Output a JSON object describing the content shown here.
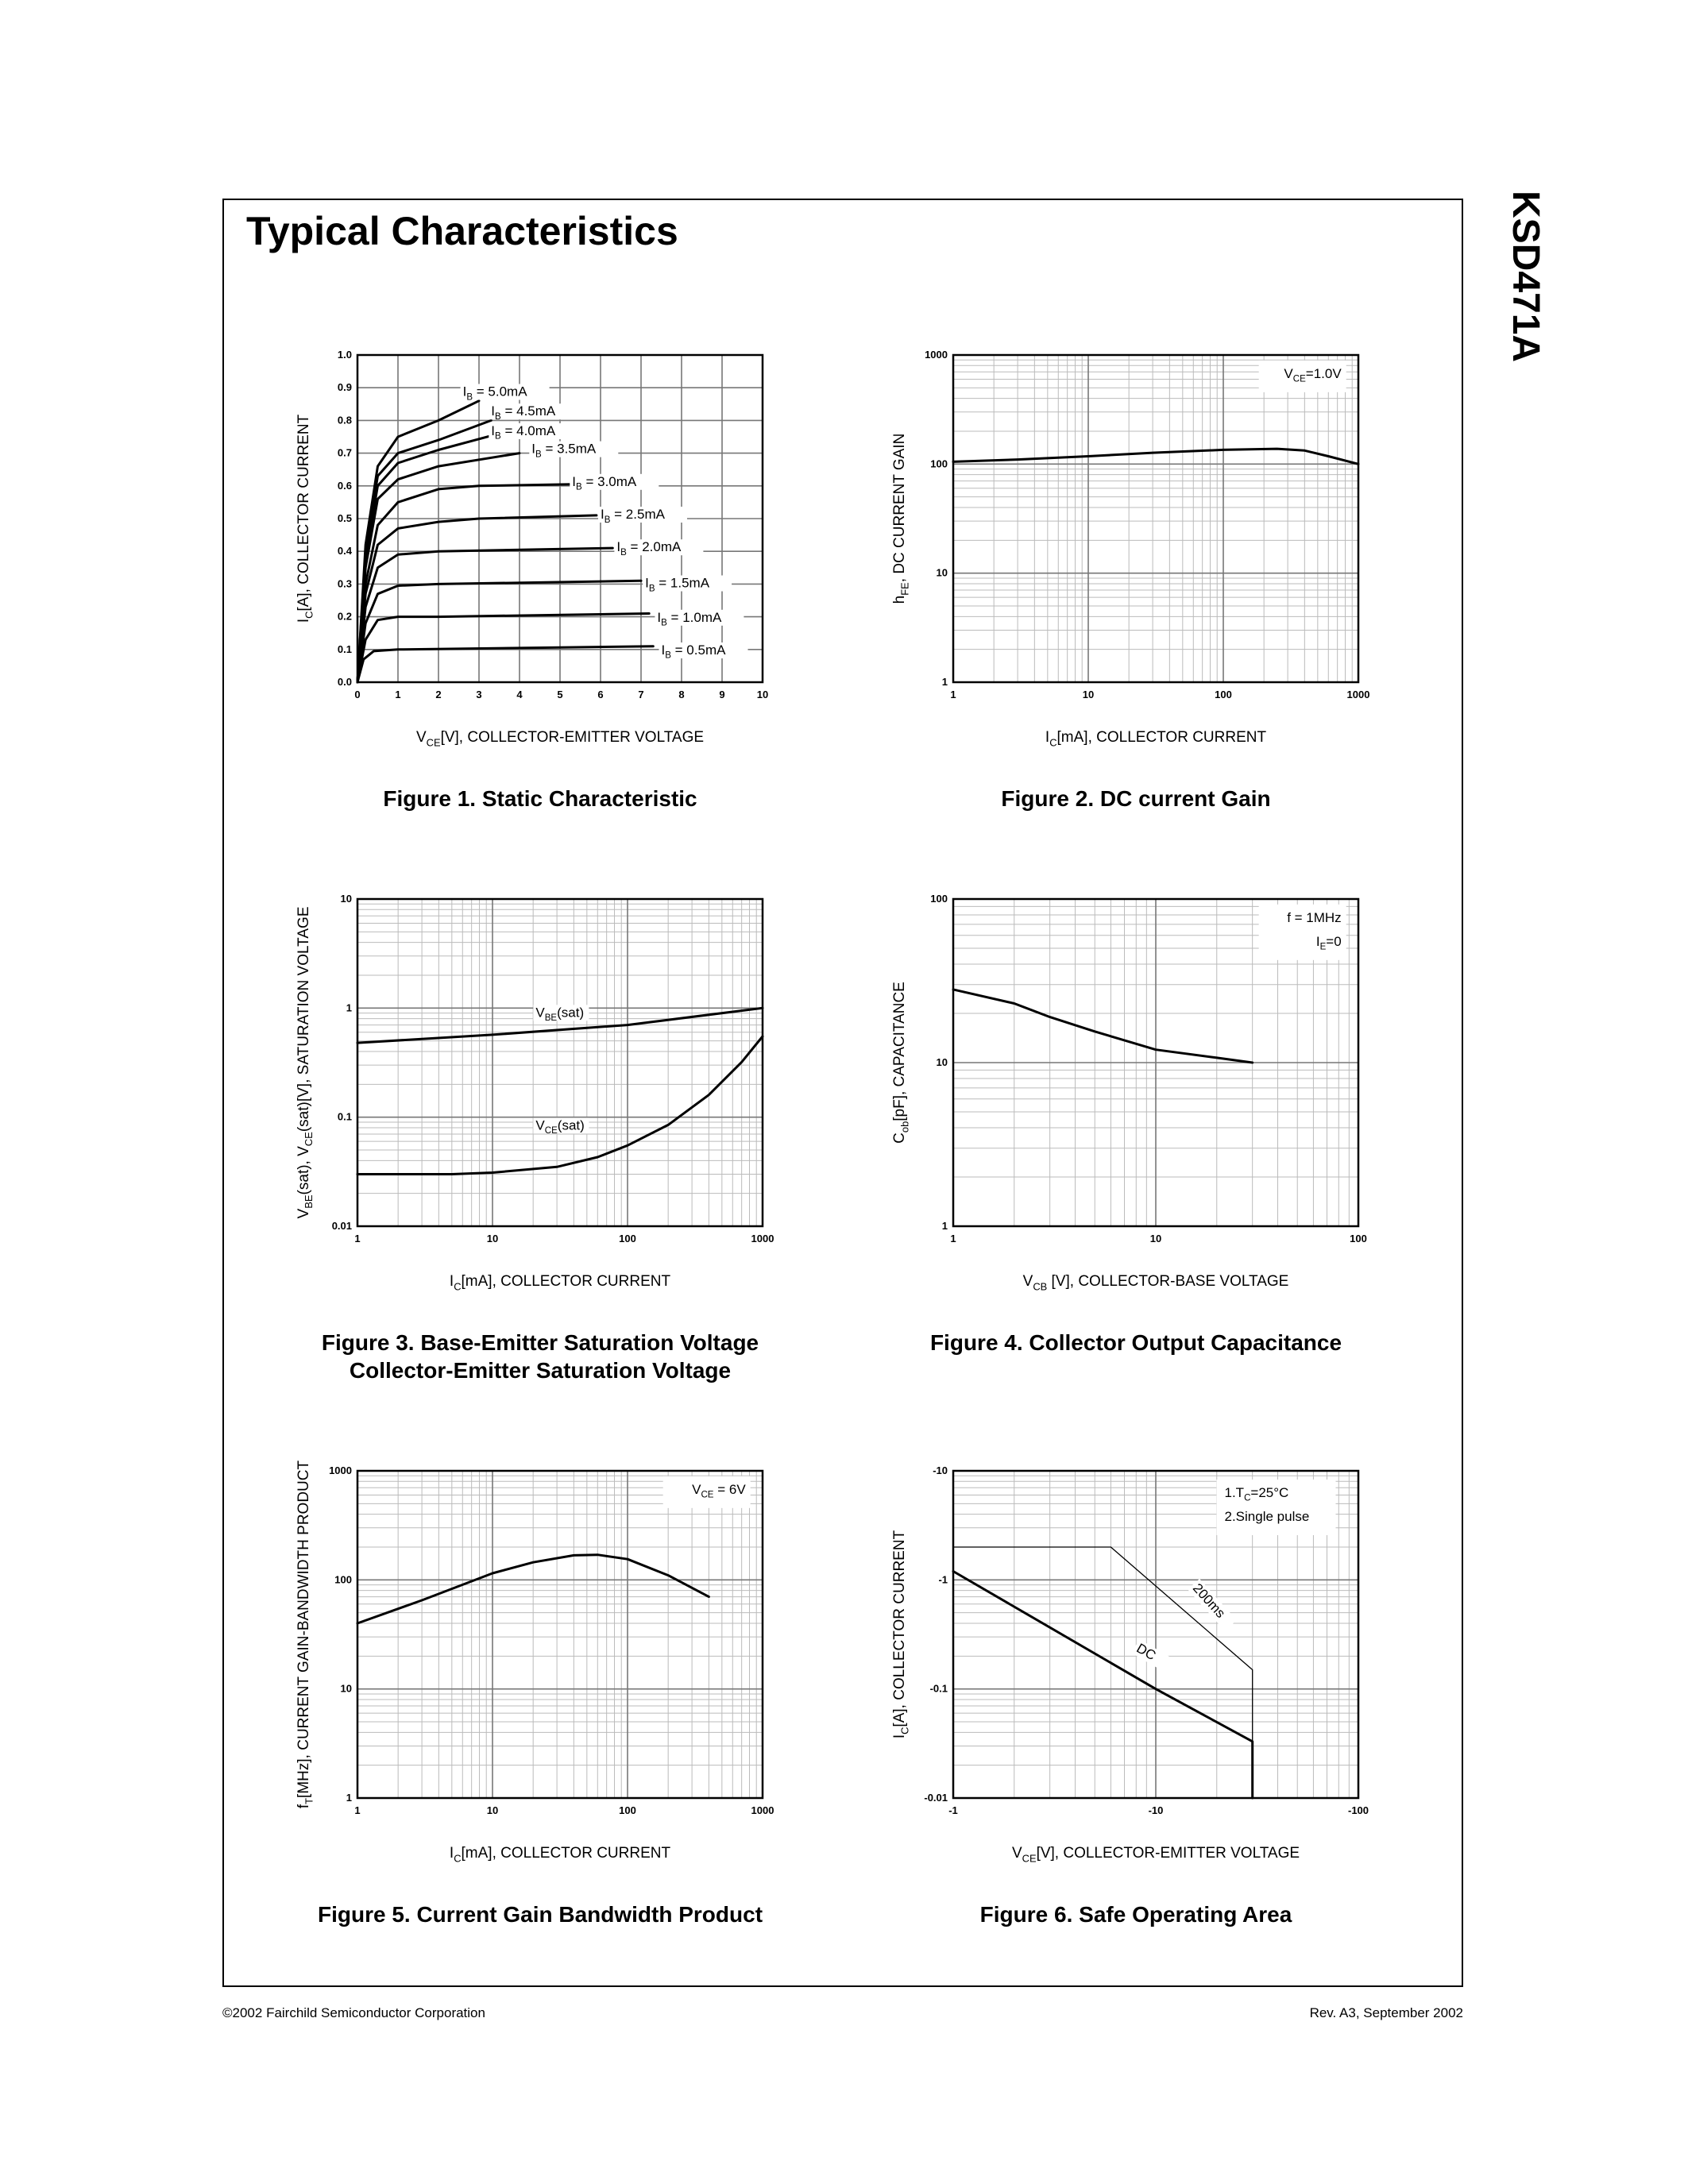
{
  "page": {
    "title": "Typical Characteristics",
    "side_label": "KSD471A",
    "footer_left": "©2002 Fairchild Semiconductor Corporation",
    "footer_right": "Rev. A3, September 2002"
  },
  "chart_data": [
    {
      "type": "line",
      "caption": "Figure 1. Static Characteristic",
      "xlabel": {
        "main": "V",
        "sub": "CE",
        "rest": "[V], COLLECTOR-EMITTER VOLTAGE"
      },
      "ylabel": {
        "main": "I",
        "sub": "C",
        "rest": "[A], COLLECTOR CURRENT"
      },
      "xscale": "linear",
      "yscale": "linear",
      "xlim": [
        0,
        10
      ],
      "ylim": [
        0,
        1.0
      ],
      "xticks": [
        0,
        1,
        2,
        3,
        4,
        5,
        6,
        7,
        8,
        9,
        10
      ],
      "xtick_labels": [
        "0",
        "1",
        "2",
        "3",
        "4",
        "5",
        "6",
        "7",
        "8",
        "9",
        "10"
      ],
      "yticks": [
        0,
        0.1,
        0.2,
        0.3,
        0.4,
        0.5,
        0.6,
        0.7,
        0.8,
        0.9,
        1.0
      ],
      "ytick_labels": [
        "0.0",
        "0.1",
        "0.2",
        "0.3",
        "0.4",
        "0.5",
        "0.6",
        "0.7",
        "0.8",
        "0.9",
        "1.0"
      ],
      "grid": "major",
      "series": [
        {
          "name": "IB = 5.0mA",
          "label": {
            "main": "I",
            "sub": "B",
            "rest": " = 5.0mA"
          },
          "points": [
            [
              0,
              0
            ],
            [
              0.2,
              0.42
            ],
            [
              0.5,
              0.66
            ],
            [
              1,
              0.75
            ],
            [
              2,
              0.8
            ],
            [
              3,
              0.86
            ]
          ]
        },
        {
          "name": "IB = 4.5mA",
          "label": {
            "main": "I",
            "sub": "B",
            "rest": " = 4.5mA"
          },
          "points": [
            [
              0,
              0
            ],
            [
              0.2,
              0.4
            ],
            [
              0.5,
              0.63
            ],
            [
              1,
              0.7
            ],
            [
              2,
              0.74
            ],
            [
              3.3,
              0.8
            ]
          ]
        },
        {
          "name": "IB = 4.0mA",
          "label": {
            "main": "I",
            "sub": "B",
            "rest": " = 4.0mA"
          },
          "points": [
            [
              0,
              0
            ],
            [
              0.2,
              0.38
            ],
            [
              0.5,
              0.6
            ],
            [
              1,
              0.67
            ],
            [
              2,
              0.71
            ],
            [
              3.5,
              0.76
            ]
          ]
        },
        {
          "name": "IB = 3.5mA",
          "label": {
            "main": "I",
            "sub": "B",
            "rest": " = 3.5mA"
          },
          "points": [
            [
              0,
              0
            ],
            [
              0.2,
              0.35
            ],
            [
              0.5,
              0.56
            ],
            [
              1,
              0.62
            ],
            [
              2,
              0.66
            ],
            [
              4,
              0.7
            ]
          ]
        },
        {
          "name": "IB = 3.0mA",
          "label": {
            "main": "I",
            "sub": "B",
            "rest": " = 3.0mA"
          },
          "points": [
            [
              0,
              0
            ],
            [
              0.2,
              0.3
            ],
            [
              0.5,
              0.48
            ],
            [
              1,
              0.55
            ],
            [
              2,
              0.59
            ],
            [
              3,
              0.6
            ],
            [
              5.3,
              0.605
            ]
          ]
        },
        {
          "name": "IB = 2.5mA",
          "label": {
            "main": "I",
            "sub": "B",
            "rest": " = 2.5mA"
          },
          "points": [
            [
              0,
              0
            ],
            [
              0.2,
              0.27
            ],
            [
              0.5,
              0.42
            ],
            [
              1,
              0.47
            ],
            [
              2,
              0.49
            ],
            [
              3,
              0.5
            ],
            [
              5.9,
              0.51
            ]
          ]
        },
        {
          "name": "IB = 2.0mA",
          "label": {
            "main": "I",
            "sub": "B",
            "rest": " = 2.0mA"
          },
          "points": [
            [
              0,
              0
            ],
            [
              0.2,
              0.23
            ],
            [
              0.5,
              0.35
            ],
            [
              1,
              0.39
            ],
            [
              2,
              0.4
            ],
            [
              6.3,
              0.41
            ]
          ]
        },
        {
          "name": "IB = 1.5mA",
          "label": {
            "main": "I",
            "sub": "B",
            "rest": " = 1.5mA"
          },
          "points": [
            [
              0,
              0
            ],
            [
              0.2,
              0.18
            ],
            [
              0.5,
              0.27
            ],
            [
              1,
              0.295
            ],
            [
              2,
              0.3
            ],
            [
              7,
              0.31
            ]
          ]
        },
        {
          "name": "IB = 1.0mA",
          "label": {
            "main": "I",
            "sub": "B",
            "rest": " = 1.0mA"
          },
          "points": [
            [
              0,
              0
            ],
            [
              0.2,
              0.13
            ],
            [
              0.5,
              0.19
            ],
            [
              1,
              0.2
            ],
            [
              2,
              0.2
            ],
            [
              7.2,
              0.21
            ]
          ]
        },
        {
          "name": "IB = 0.5mA",
          "label": {
            "main": "I",
            "sub": "B",
            "rest": " = 0.5mA"
          },
          "points": [
            [
              0,
              0
            ],
            [
              0.15,
              0.07
            ],
            [
              0.4,
              0.095
            ],
            [
              1,
              0.1
            ],
            [
              7.3,
              0.11
            ]
          ]
        }
      ]
    },
    {
      "type": "line",
      "caption": "Figure 2. DC current Gain",
      "xlabel": {
        "main": "I",
        "sub": "C",
        "rest": "[mA], COLLECTOR CURRENT"
      },
      "ylabel": {
        "main": "h",
        "sub": "FE",
        "rest": ", DC CURRENT GAIN"
      },
      "xscale": "log",
      "yscale": "log",
      "xlim": [
        1,
        1000
      ],
      "ylim": [
        1,
        1000
      ],
      "xticks": [
        1,
        10,
        100,
        1000
      ],
      "xtick_labels": [
        "1",
        "10",
        "100",
        "1000"
      ],
      "yticks": [
        1,
        10,
        100,
        1000
      ],
      "ytick_labels": [
        "1",
        "10",
        "100",
        "1000"
      ],
      "grid": "log-minor",
      "annotations": [
        {
          "lines": [
            {
              "main": "V",
              "sub": "CE",
              "rest": "=1.0V"
            }
          ]
        }
      ],
      "series": [
        {
          "points": [
            [
              1,
              105
            ],
            [
              3,
              110
            ],
            [
              10,
              118
            ],
            [
              30,
              127
            ],
            [
              100,
              135
            ],
            [
              250,
              138
            ],
            [
              400,
              133
            ],
            [
              600,
              118
            ],
            [
              1000,
              100
            ]
          ]
        }
      ]
    },
    {
      "type": "line",
      "caption": "Figure 3. Base-Emitter Saturation Voltage",
      "caption2": "Collector-Emitter Saturation Voltage",
      "xlabel": {
        "main": "I",
        "sub": "C",
        "rest": "[mA], COLLECTOR CURRENT"
      },
      "ylabel_parts": [
        {
          "main": "V",
          "sub": "BE",
          "rest": "(sat), "
        },
        {
          "main": "V",
          "sub": "CE",
          "rest": "(sat)[V], SATURATION VOLTAGE"
        }
      ],
      "xscale": "log",
      "yscale": "log",
      "xlim": [
        1,
        1000
      ],
      "ylim": [
        0.01,
        10
      ],
      "xticks": [
        1,
        10,
        100,
        1000
      ],
      "xtick_labels": [
        "1",
        "10",
        "100",
        "1000"
      ],
      "yticks": [
        0.01,
        0.1,
        1,
        10
      ],
      "ytick_labels": [
        "0.01",
        "0.1",
        "1",
        "10"
      ],
      "grid": "log-minor",
      "series": [
        {
          "name": "VBE(sat)",
          "label": {
            "main": "V",
            "sub": "BE",
            "rest": "(sat)"
          },
          "points": [
            [
              1,
              0.48
            ],
            [
              10,
              0.57
            ],
            [
              100,
              0.7
            ],
            [
              1000,
              1.0
            ]
          ]
        },
        {
          "name": "VCE(sat)",
          "label": {
            "main": "V",
            "sub": "CE",
            "rest": "(sat)"
          },
          "points": [
            [
              1,
              0.03
            ],
            [
              5,
              0.03
            ],
            [
              10,
              0.031
            ],
            [
              30,
              0.035
            ],
            [
              60,
              0.043
            ],
            [
              100,
              0.055
            ],
            [
              200,
              0.085
            ],
            [
              400,
              0.16
            ],
            [
              700,
              0.32
            ],
            [
              1000,
              0.55
            ]
          ]
        }
      ]
    },
    {
      "type": "line",
      "caption": "Figure 4. Collector Output Capacitance",
      "xlabel": {
        "main": "V",
        "sub": "CB",
        "rest": " [V], COLLECTOR-BASE VOLTAGE"
      },
      "ylabel": {
        "main": "C",
        "sub": "ob",
        "rest": "[pF], CAPACITANCE"
      },
      "xscale": "log",
      "yscale": "log",
      "xlim": [
        1,
        100
      ],
      "ylim": [
        1,
        100
      ],
      "xticks": [
        1,
        10,
        100
      ],
      "xtick_labels": [
        "1",
        "10",
        "100"
      ],
      "yticks": [
        1,
        10,
        100
      ],
      "ytick_labels": [
        "1",
        "10",
        "100"
      ],
      "grid": "log-minor",
      "annotations": [
        {
          "lines": [
            {
              "main": "f = 1MHz",
              "sub": "",
              "rest": ""
            },
            {
              "main": "I",
              "sub": "E",
              "rest": "=0"
            }
          ]
        }
      ],
      "series": [
        {
          "points": [
            [
              1,
              28
            ],
            [
              2,
              23
            ],
            [
              3,
              19
            ],
            [
              5,
              15.5
            ],
            [
              10,
              12
            ],
            [
              20,
              10.7
            ],
            [
              30,
              10
            ]
          ]
        }
      ]
    },
    {
      "type": "line",
      "caption": "Figure 5. Current Gain Bandwidth Product",
      "xlabel": {
        "main": "I",
        "sub": "C",
        "rest": "[mA], COLLECTOR CURRENT"
      },
      "ylabel": {
        "main": "f",
        "sub": "T",
        "rest": "[MHz], CURRENT GAIN-BANDWIDTH PRODUCT"
      },
      "xscale": "log",
      "yscale": "log",
      "xlim": [
        1,
        1000
      ],
      "ylim": [
        1,
        1000
      ],
      "xticks": [
        1,
        10,
        100,
        1000
      ],
      "xtick_labels": [
        "1",
        "10",
        "100",
        "1000"
      ],
      "yticks": [
        1,
        10,
        100,
        1000
      ],
      "ytick_labels": [
        "1",
        "10",
        "100",
        "1000"
      ],
      "grid": "log-minor",
      "annotations": [
        {
          "lines": [
            {
              "main": "V",
              "sub": "CE",
              "rest": " = 6V"
            }
          ]
        }
      ],
      "series": [
        {
          "points": [
            [
              1,
              40
            ],
            [
              3,
              65
            ],
            [
              10,
              115
            ],
            [
              20,
              145
            ],
            [
              40,
              168
            ],
            [
              60,
              170
            ],
            [
              100,
              155
            ],
            [
              200,
              110
            ],
            [
              400,
              70
            ]
          ]
        }
      ]
    },
    {
      "type": "line",
      "caption": "Figure 6. Safe Operating Area",
      "xlabel": {
        "main": "V",
        "sub": "CE",
        "rest": "[V], COLLECTOR-EMITTER VOLTAGE"
      },
      "ylabel": {
        "main": "I",
        "sub": "C",
        "rest": "[A], COLLECTOR CURRENT"
      },
      "xscale": "log",
      "yscale": "log",
      "xlim": [
        1,
        100
      ],
      "ylim": [
        0.01,
        10
      ],
      "xticks": [
        1,
        10,
        100
      ],
      "xtick_labels": [
        "-1",
        "-10",
        "-100"
      ],
      "yticks": [
        0.01,
        0.1,
        1,
        10
      ],
      "ytick_labels": [
        "-0.01",
        "-0.1",
        "-1",
        "-10"
      ],
      "grid": "log-minor",
      "annotations": [
        {
          "lines": [
            {
              "main": "1.T",
              "sub": "C",
              "rest": "=25°C"
            },
            {
              "main": "2.Single pulse",
              "sub": "",
              "rest": ""
            }
          ]
        }
      ],
      "series": [
        {
          "name": "DC",
          "label": {
            "main": "DC",
            "sub": "",
            "rest": ""
          },
          "width": 3,
          "points": [
            [
              1,
              1.2
            ],
            [
              10,
              0.1
            ],
            [
              30,
              0.033
            ],
            [
              30,
              0.01
            ]
          ]
        },
        {
          "name": "200ms",
          "label": {
            "main": "200ms",
            "sub": "",
            "rest": ""
          },
          "width": 1.3,
          "points": [
            [
              1,
              2
            ],
            [
              6,
              2
            ],
            [
              30,
              0.15
            ],
            [
              30,
              0.01
            ]
          ]
        }
      ]
    }
  ]
}
